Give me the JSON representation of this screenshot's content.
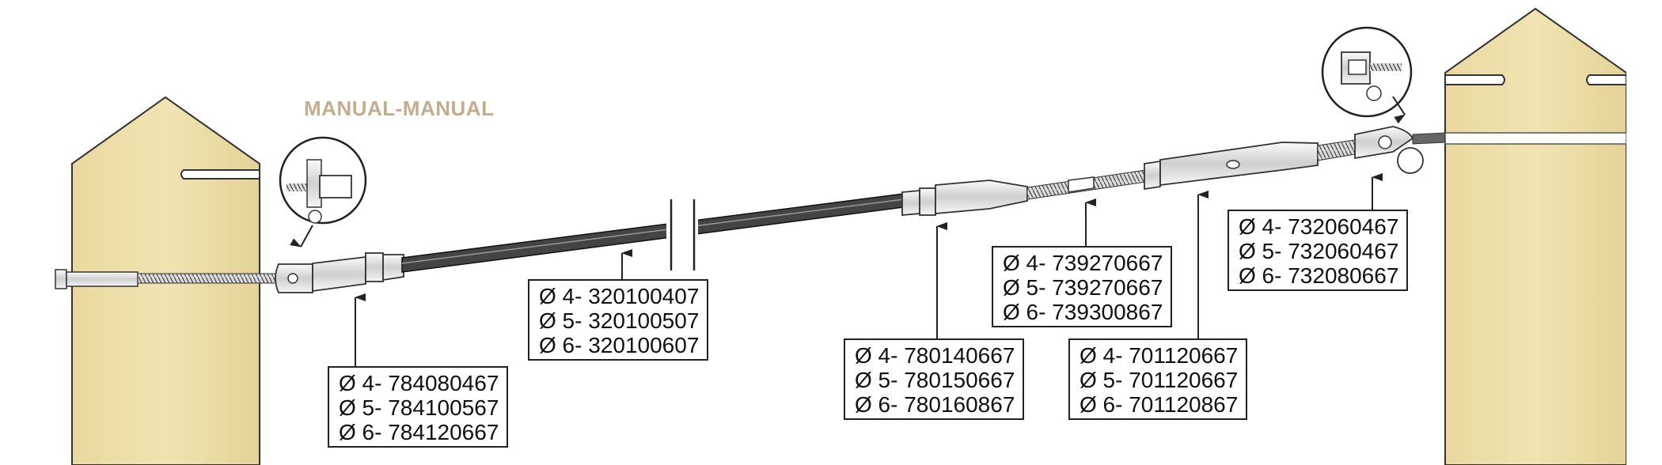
{
  "title": "MANUAL-MANUAL",
  "colors": {
    "post": "#eedfa6",
    "title": "#c4ad8c",
    "line": "#222222"
  },
  "callouts": [
    {
      "id": "left-fork-terminal",
      "lines": [
        "Ø 4- 784080467",
        "Ø 5- 784100567",
        "Ø 6- 784120667"
      ]
    },
    {
      "id": "wire-rope",
      "lines": [
        "Ø 4- 320100407",
        "Ø 5- 320100507",
        "Ø 6- 320100607"
      ]
    },
    {
      "id": "swage-stud",
      "lines": [
        "Ø 4- 780140667",
        "Ø 5- 780150667",
        "Ø 6- 780160867"
      ]
    },
    {
      "id": "threaded-stud",
      "lines": [
        "Ø 4- 739270667",
        "Ø 5- 739270667",
        "Ø 6- 739300867"
      ]
    },
    {
      "id": "turnbuckle-body",
      "lines": [
        "Ø 4- 701120667",
        "Ø 5- 701120667",
        "Ø 6- 701120867"
      ]
    },
    {
      "id": "right-fork-toggle",
      "lines": [
        "Ø 4- 732060467",
        "Ø 5- 732060467",
        "Ø 6- 732080667"
      ]
    }
  ]
}
